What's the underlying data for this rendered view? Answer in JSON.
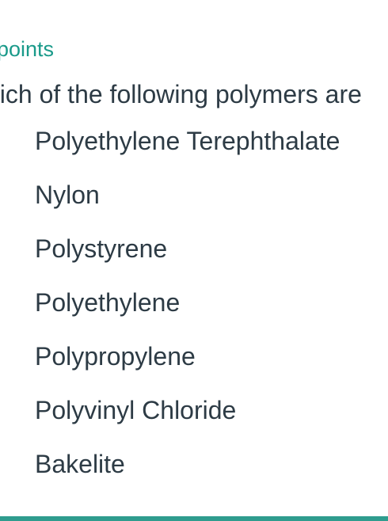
{
  "question": {
    "points_label": "points",
    "prompt": "hich of the following polymers are",
    "options": [
      {
        "label": "Polyethylene Terephthalate"
      },
      {
        "label": "Nylon"
      },
      {
        "label": "Polystyrene"
      },
      {
        "label": "Polyethylene"
      },
      {
        "label": "Polypropylene"
      },
      {
        "label": "Polyvinyl Chloride"
      },
      {
        "label": "Bakelite"
      }
    ]
  },
  "colors": {
    "accent": "#2f9c8e",
    "text": "#2d3b45"
  }
}
